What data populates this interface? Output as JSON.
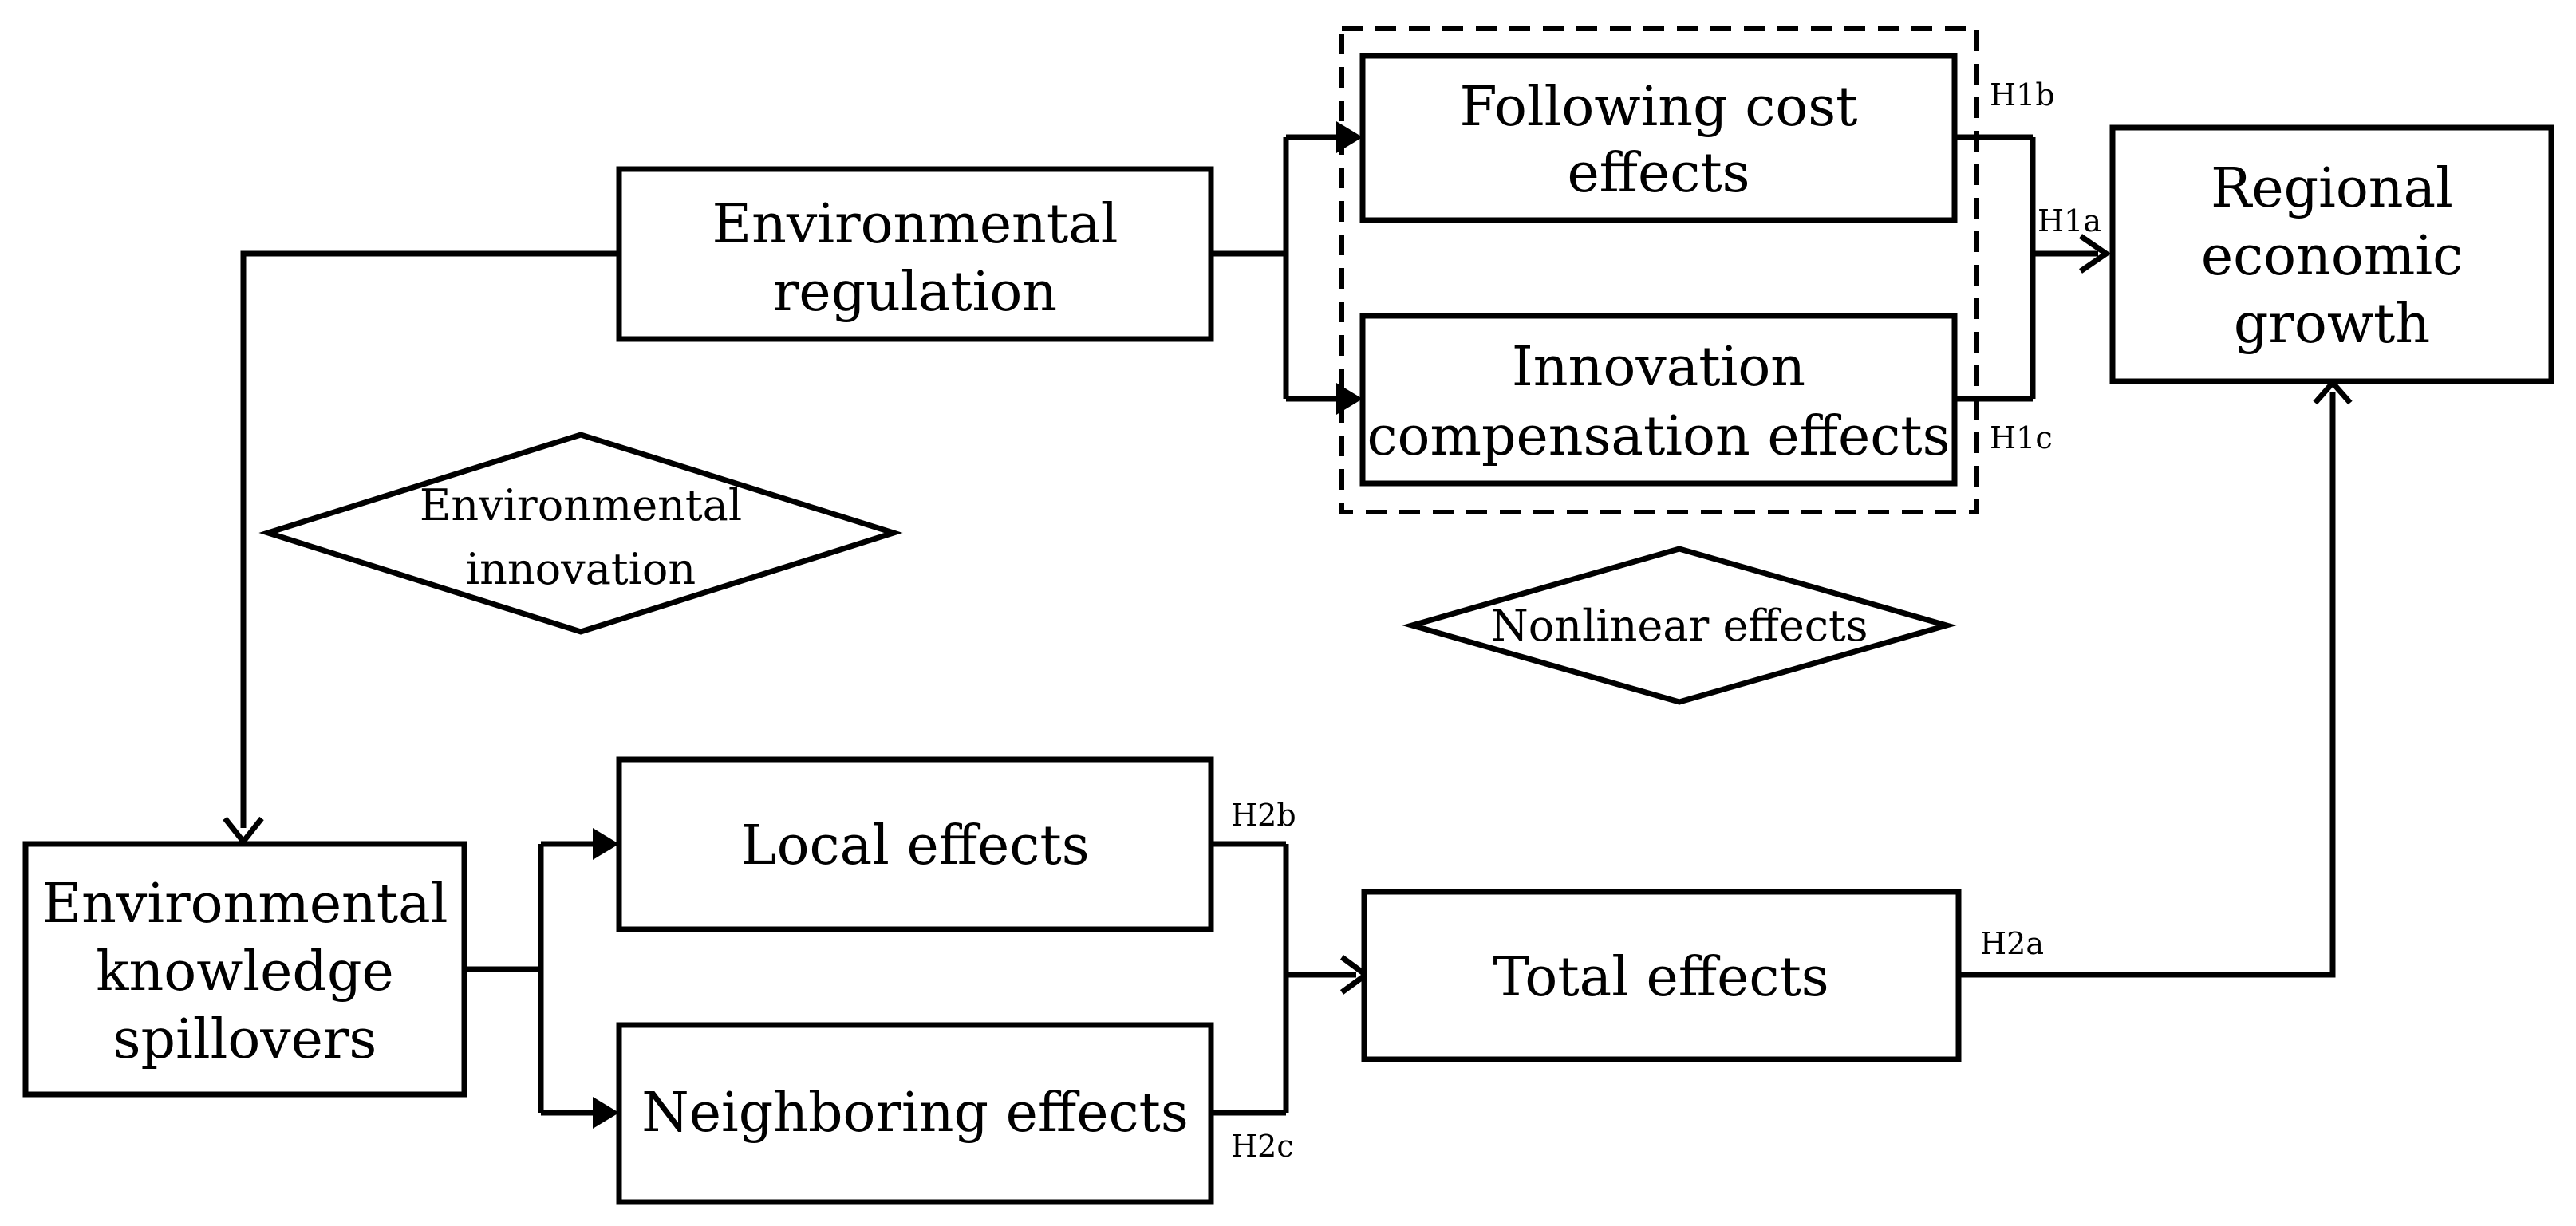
{
  "nodes": {
    "environmental_regulation": {
      "lines": [
        "Environmental",
        "regulation"
      ]
    },
    "following_cost_effects": {
      "lines": [
        "Following cost",
        "effects"
      ]
    },
    "innovation_compensation_effects": {
      "lines": [
        "Innovation",
        "compensation effects"
      ]
    },
    "regional_economic_growth": {
      "lines": [
        "Regional",
        "economic",
        "growth"
      ]
    },
    "environmental_knowledge_spillovers": {
      "lines": [
        "Environmental",
        "knowledge",
        "spillovers"
      ]
    },
    "local_effects": {
      "lines": [
        "Local effects"
      ]
    },
    "neighboring_effects": {
      "lines": [
        "Neighboring effects"
      ]
    },
    "total_effects": {
      "lines": [
        "Total effects"
      ]
    }
  },
  "diamonds": {
    "environmental_innovation": {
      "lines": [
        "Environmental",
        "innovation"
      ]
    },
    "nonlinear_effects": {
      "lines": [
        "Nonlinear effects"
      ]
    }
  },
  "hypotheses": {
    "h1a": "H1a",
    "h1b": "H1b",
    "h1c": "H1c",
    "h2a": "H2a",
    "h2b": "H2b",
    "h2c": "H2c"
  }
}
